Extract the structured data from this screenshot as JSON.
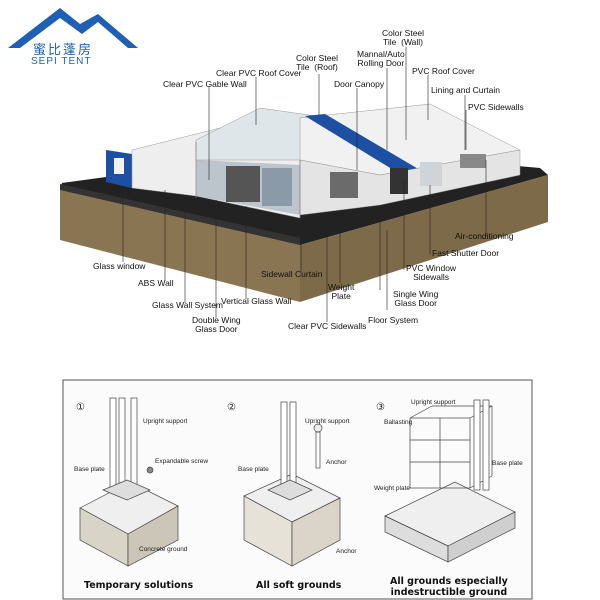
{
  "logo": {
    "chinese": "蜜比蓬房",
    "english": "SEPI TENT"
  },
  "top_labels": {
    "color_steel_wall": "Color Steel\nTile  (Wall)",
    "color_steel_roof": "Color Steel\nTile  (Roof)",
    "manual_door": "Mannal/Auto\nRolling Door",
    "clear_pvc_roof": "Clear PVC Roof Cover",
    "pvc_roof_cover": "PVC Roof Cover",
    "clear_pvc_gable": "Clear PVC Gable Wall",
    "door_canopy": "Door Canopy",
    "lining_curtain": "Lining and Curtain",
    "pvc_sidewalls": "PVC Sidewalls"
  },
  "bottom_labels": {
    "air_conditioning": "Air-conditioning",
    "fast_shutter": "Fast Shutter Door",
    "glass_window": "Glass window",
    "pvc_window": "PVC Window\nSidewalls",
    "abs_wall": "ABS Wall",
    "sidewall_curtain": "Sidewall Curtain",
    "weight_plate": "Weight\nPlate",
    "single_wing": "Single Wing\nGlass Door",
    "glass_wall_system": "Glass Wall System",
    "vertical_glass_wall": "Vertical Glass Wall",
    "double_wing": "Double Wing\nGlass Door",
    "floor_system": "Floor System",
    "clear_pvc_sidewalls": "Clear PVC Sidewalls"
  },
  "panels": [
    {
      "number": "①",
      "upright": "Upright support",
      "base": "Base plate",
      "extra": "Expandable screw",
      "ground": "Concrete ground",
      "caption": "Temporary solutions"
    },
    {
      "number": "②",
      "upright": "Upright support",
      "base": "Base plate",
      "extra": "Anchor",
      "ground": "Anchor",
      "caption": "All soft grounds"
    },
    {
      "number": "③",
      "upright": "Upright support",
      "base": "Base plate",
      "extra": "Ballasting",
      "ground": "Weight plate",
      "caption": "All grounds especially\nindestructible ground"
    }
  ]
}
